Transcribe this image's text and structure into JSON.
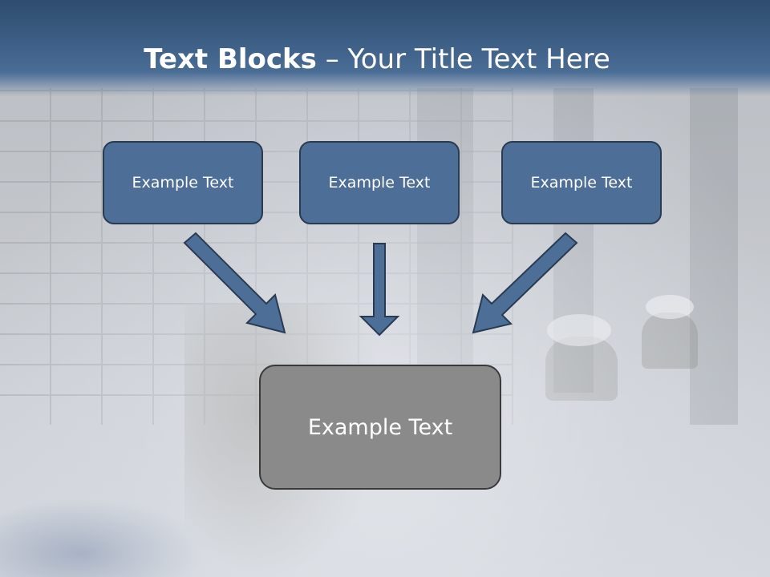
{
  "title": {
    "bold": "Text Blocks",
    "rest": " – Your Title Text Here"
  },
  "blocks": [
    {
      "label": "Example Text"
    },
    {
      "label": "Example Text"
    },
    {
      "label": "Example Text"
    }
  ],
  "center_block": {
    "label": "Example Text"
  },
  "colors": {
    "title_bar": "#3e5f86",
    "block_fill": "#4d6f97",
    "block_border": "#2a3a52",
    "center_fill": "#8a8a8a"
  }
}
